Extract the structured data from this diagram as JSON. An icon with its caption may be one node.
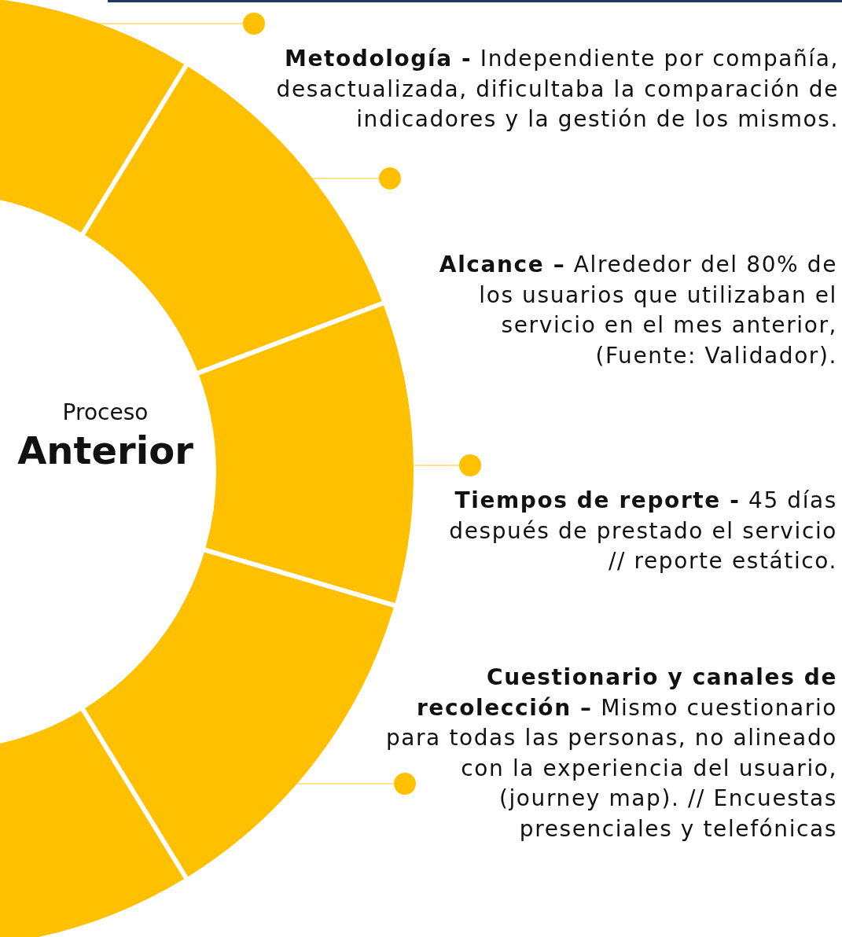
{
  "diagram": {
    "nodes": [
      {
        "text": [
          "Proceso",
          "Anterior"
        ]
      },
      {
        "text": [],
        "shape": "segment"
      },
      {
        "text": [],
        "shape": "segment"
      },
      {
        "text": [],
        "shape": "segment"
      },
      {
        "text": [],
        "shape": "segment"
      },
      {
        "text": [],
        "shape": "segment"
      },
      {
        "text": [],
        "shape": "circle"
      },
      {
        "text": [],
        "shape": "circle"
      },
      {
        "text": [],
        "shape": "circle"
      },
      {
        "text": [],
        "shape": "circle"
      }
    ],
    "edges": [
      {
        "from": 1,
        "to": 6,
        "arrow": "none"
      },
      {
        "from": 2,
        "to": 7,
        "arrow": "none"
      },
      {
        "from": 3,
        "to": 8,
        "arrow": "none"
      },
      {
        "from": 4,
        "to": 9,
        "arrow": "none"
      }
    ],
    "labels": [
      "**Metodología -** Independiente por compañía, desactualizada, dificultaba la comparación de indicadores y la gestión de los mismos.",
      "**Alcance –** Alrededor del 80% de los usuarios que utilizaban el servicio en el mes anterior, (Fuente: Validador).",
      "**Tiempos de reporte -** 45 días después de prestado el servicio // reporte estático.",
      "**Cuestionario y canales de recolección –** Mismo cuestionario para todas las personas, no alineado con la experiencia del usuario, (journey map). // Encuestas presenciales y telefónicas"
    ]
  }
}
